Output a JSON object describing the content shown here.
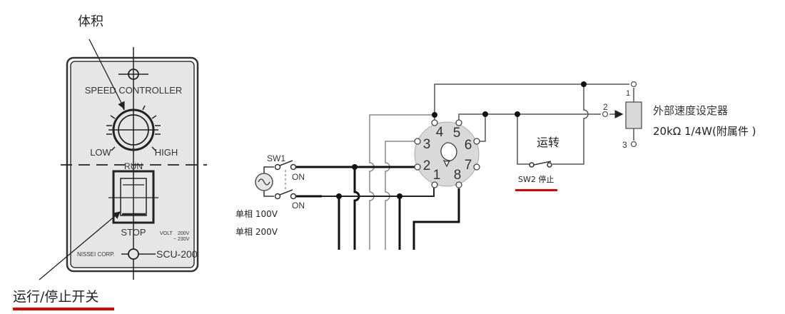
{
  "panel": {
    "volume_label": "体积",
    "switch_label": "运行/停止开关",
    "title": "SPEED CONTROLLER",
    "low": "LOW",
    "high": "HIGH",
    "run": "RUN",
    "stop": "STOP",
    "volt": "VOLT",
    "volt_range_1": "200V",
    "volt_range_2": "~ 230V",
    "maker": "NISSEI CORP.",
    "model": "SCU-200"
  },
  "circuit": {
    "sw1": "SW1",
    "on_top": "ON",
    "on_bottom": "ON",
    "supply_100": "单相 100V",
    "supply_200": "单相 200V",
    "socket_pins": [
      "1",
      "2",
      "3",
      "4",
      "5",
      "6",
      "7",
      "8"
    ],
    "run_label": "运转",
    "sw2_label": "SW2 停止",
    "pot_pin1": "1",
    "pot_pin2": "2",
    "pot_pin3": "3",
    "pot_name": "外部速度设定器",
    "pot_spec": "20kΩ 1/4W(附属件 )"
  },
  "colors": {
    "accent_underline": "#e00000",
    "panel_fill": "#e6e6e6",
    "socket_fill": "#d9d9d9"
  }
}
